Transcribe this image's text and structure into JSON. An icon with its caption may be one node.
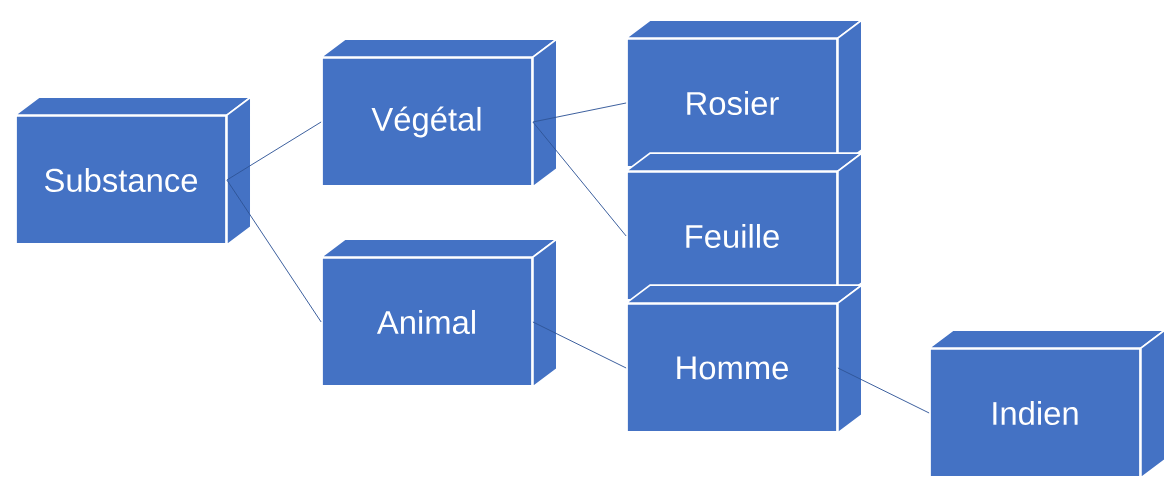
{
  "diagram": {
    "nodes": [
      {
        "text": [
          "Substance"
        ]
      },
      {
        "text": [
          "Végétal"
        ]
      },
      {
        "text": [
          "Animal"
        ]
      },
      {
        "text": [
          "Rosier"
        ]
      },
      {
        "text": [
          "Feuille"
        ]
      },
      {
        "text": [
          "Homme"
        ]
      },
      {
        "text": [
          "Indien"
        ]
      }
    ],
    "edges": [
      {
        "from": 0,
        "to": 1,
        "arrow": "none"
      },
      {
        "from": 0,
        "to": 2,
        "arrow": "none"
      },
      {
        "from": 1,
        "to": 3,
        "arrow": "none"
      },
      {
        "from": 1,
        "to": 4,
        "arrow": "none"
      },
      {
        "from": 2,
        "to": 5,
        "arrow": "none"
      },
      {
        "from": 5,
        "to": 6,
        "arrow": "none"
      }
    ]
  }
}
